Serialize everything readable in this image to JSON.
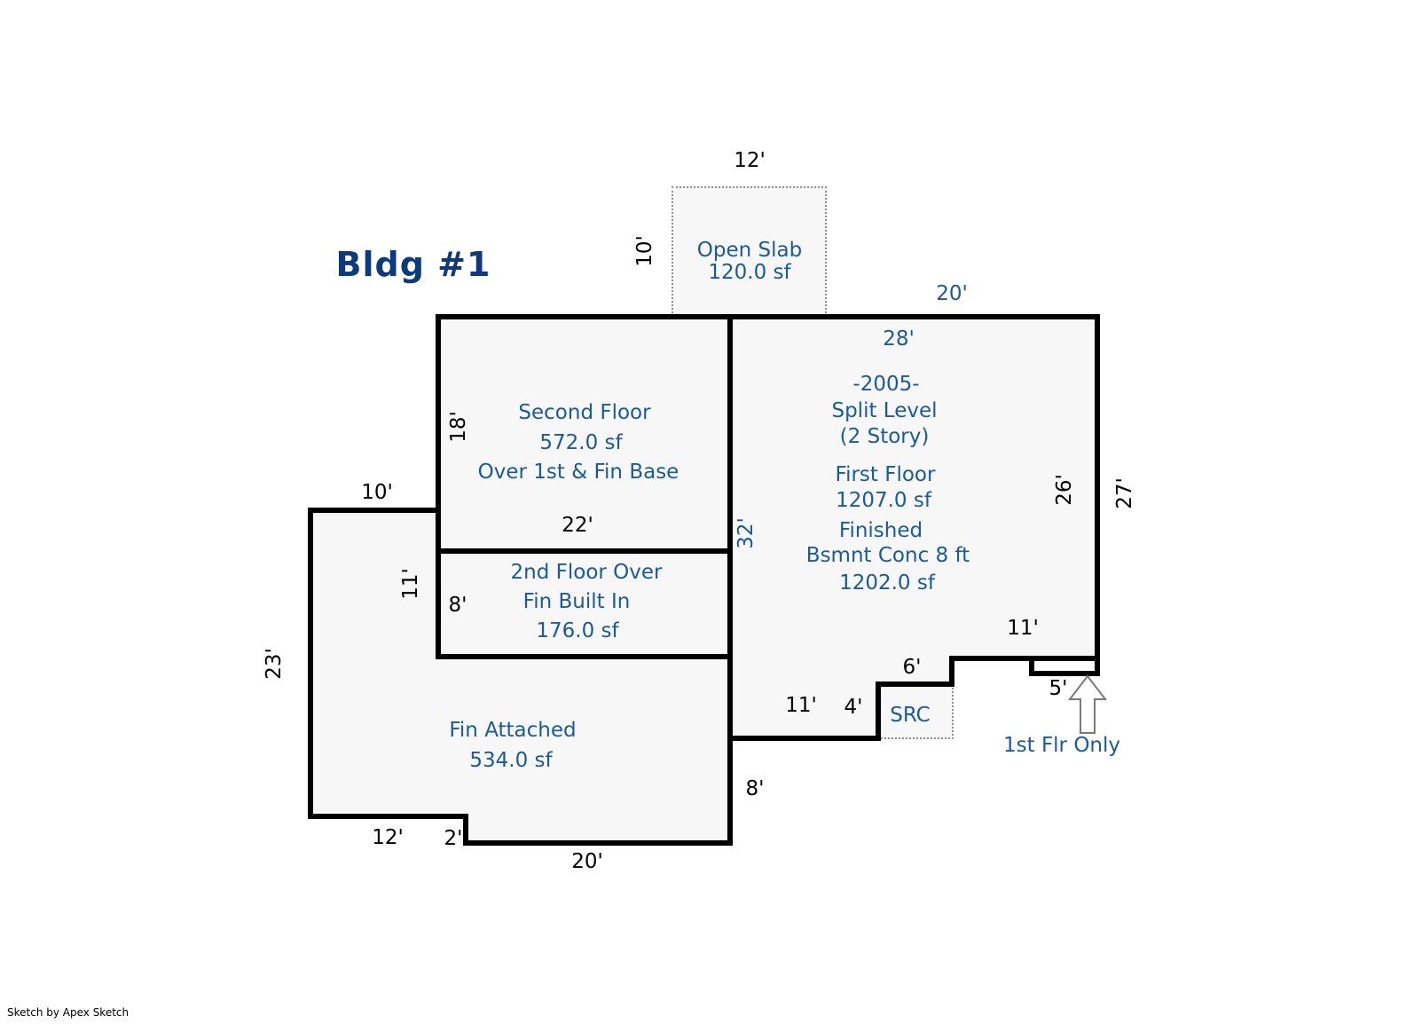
{
  "title": "Bldg #1",
  "footer": "Sketch by Apex Sketch",
  "colors": {
    "wall": "#000000",
    "region_fill": "#f7f7f7",
    "label_blue": "#1a5a9f",
    "title_blue": "#0e3a7c",
    "dim_black": "#000000",
    "dotted_gray": "#8f8f8f"
  },
  "areas": {
    "open_slab": {
      "name": "Open Slab",
      "area": "120.0 sf"
    },
    "second_floor": {
      "name": "Second Floor",
      "area": "572.0 sf",
      "note": "Over 1st & Fin Base"
    },
    "split_level": {
      "year": "-2005-",
      "style": "Split Level",
      "stories": "(2 Story)",
      "first_floor_name": "First Floor",
      "first_floor_area": "1207.0 sf",
      "basement_line1": "Finished",
      "basement_line2": "Bsmnt Conc 8 ft",
      "basement_area": "1202.0 sf"
    },
    "second_floor_over": {
      "line1": "2nd Floor Over",
      "line2": "Fin Built In",
      "area": "176.0 sf"
    },
    "fin_attached": {
      "name": "Fin Attached",
      "area": "534.0 sf"
    },
    "src": {
      "name": "SRC"
    },
    "stoop": {
      "note": "1st Flr Only"
    }
  },
  "dimensions": {
    "open_slab_width": "12'",
    "open_slab_depth": "10'",
    "top_right": "20'",
    "top_inner": "28'",
    "right_inner": "26'",
    "right_outer": "27'",
    "left_inner": "32'",
    "second_floor_height": "18'",
    "second_floor_width": "22'",
    "second_floor_over_height": "8'",
    "fin_attached_top": "10'",
    "fin_attached_inner": "11'",
    "fin_attached_left": "23'",
    "fin_attached_bottom_left": "12'",
    "fin_attached_step": "2'",
    "fin_attached_bottom": "20'",
    "fin_attached_right": "8'",
    "first_floor_bottom": "11'",
    "src_side": "4'",
    "src_top": "6'",
    "bottom_right": "11'",
    "stoop_width": "5'"
  }
}
